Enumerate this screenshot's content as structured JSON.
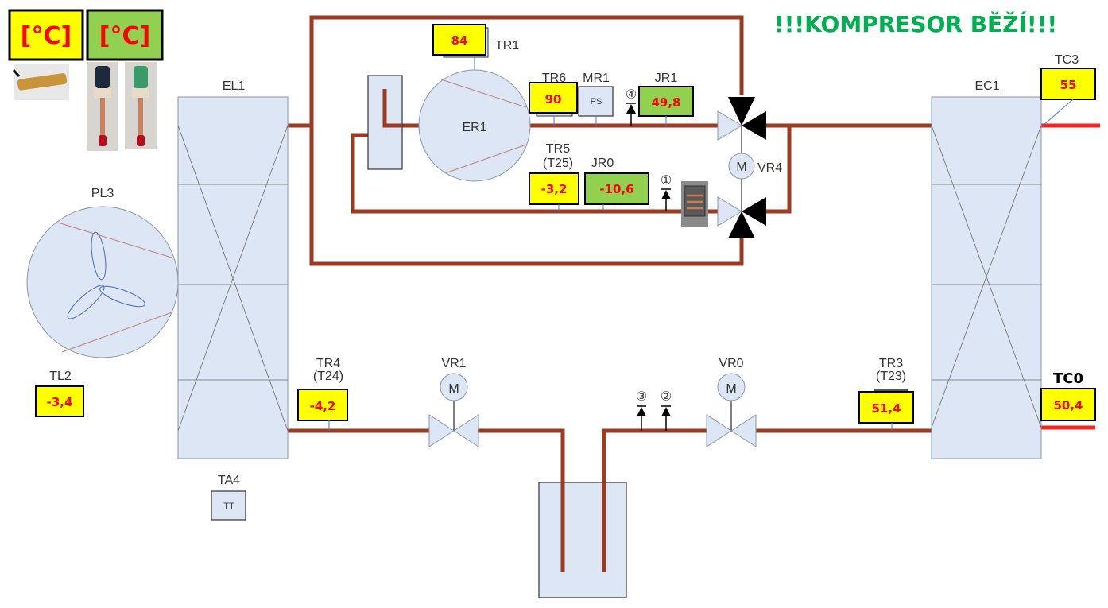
{
  "status": {
    "text": "!!!KOMPRESOR BĚŽÍ!!!",
    "color": "#00b050"
  },
  "legend": {
    "temperature_unit": "[°C]",
    "pressure_unit": "[°C]",
    "temperature_color": "#ffff00",
    "pressure_color": "#92d050"
  },
  "equipment": {
    "evaporator": "EL1",
    "fan": "PL3",
    "compressor": "ER1",
    "condenser": "EC1",
    "ambient_sensor": {
      "label": "TA4",
      "code": "TT"
    },
    "pressure_switch": {
      "label": "MR1",
      "code": "PS"
    },
    "valve_4way": {
      "label": "VR4",
      "motor": "M"
    },
    "valve_expansion_1": {
      "label": "VR1",
      "motor": "M"
    },
    "valve_expansion_0": {
      "label": "VR0",
      "motor": "M"
    }
  },
  "service_ports": [
    "①",
    "②",
    "③",
    "④"
  ],
  "sensors": {
    "TR1": {
      "label": "TR1",
      "value": "84"
    },
    "TR6": {
      "label": "TR6",
      "value": "90"
    },
    "JR1": {
      "label": "JR1",
      "value": "49,8"
    },
    "TR5": {
      "label": "TR5",
      "sublabel": "(T25)",
      "value": "-3,2"
    },
    "JR0": {
      "label": "JR0",
      "value": "-10,6"
    },
    "TC3": {
      "label": "TC3",
      "value": "55"
    },
    "TL2": {
      "label": "TL2",
      "value": "-3,4"
    },
    "TR4": {
      "label": "TR4",
      "sublabel": "(T24)",
      "value": "-4,2"
    },
    "TR3": {
      "label": "TR3",
      "sublabel": "(T23)",
      "value": "51,4"
    },
    "TC0": {
      "label": "TC0",
      "value": "50,4"
    }
  },
  "colors": {
    "pipe": "#9c3a22",
    "hot_water": "#ff2020",
    "equipment_fill": "#dce6f4"
  }
}
